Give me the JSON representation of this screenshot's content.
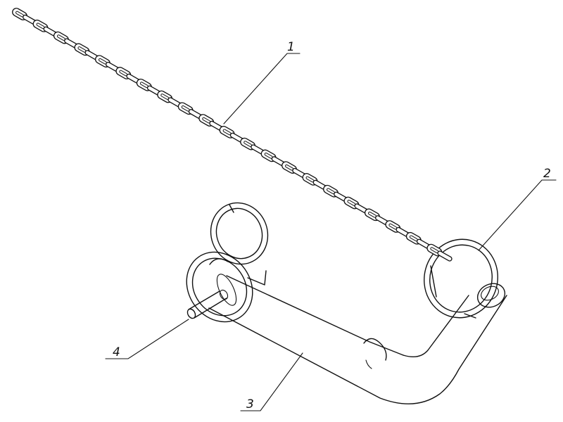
{
  "drawing": {
    "parts": [
      {
        "id": "chain",
        "callout": "1"
      },
      {
        "id": "split-ring-right",
        "callout": "2"
      },
      {
        "id": "bent-pin",
        "callout": "3"
      },
      {
        "id": "split-ring-left",
        "callout": "4"
      }
    ]
  }
}
